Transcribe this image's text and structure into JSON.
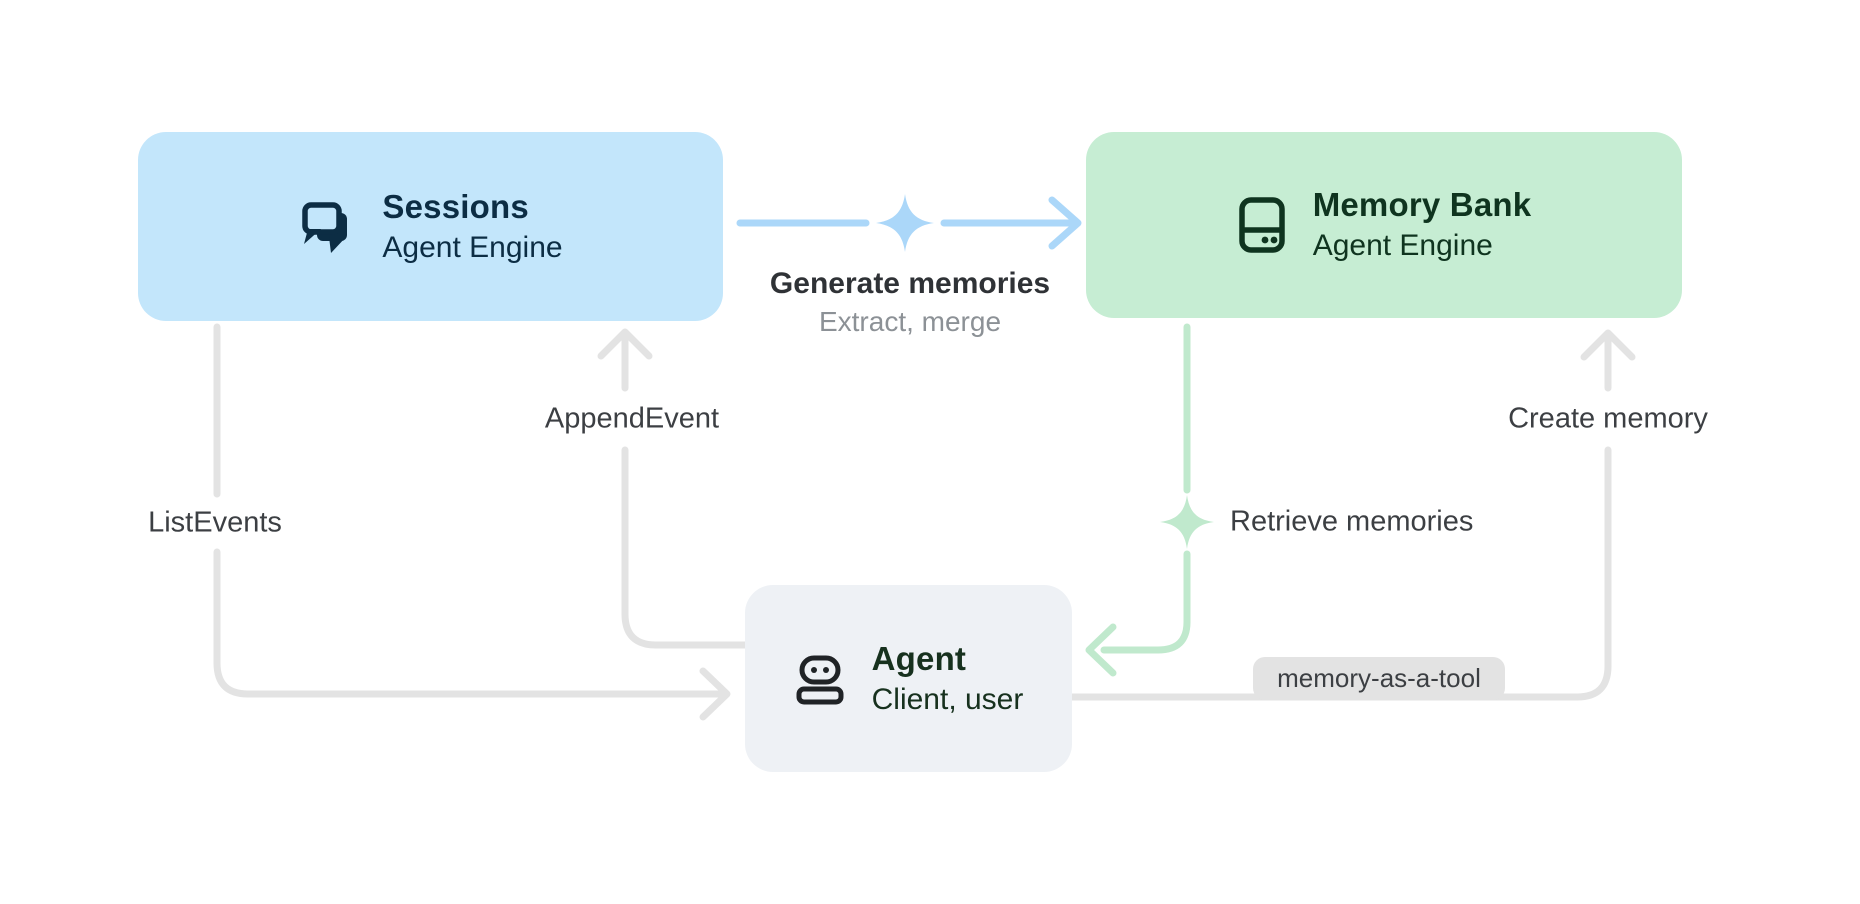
{
  "page": {
    "background": "#ffffff"
  },
  "nodes": {
    "sessions": {
      "title": "Sessions",
      "subtitle": "Agent Engine",
      "bg": "#c3e6fb",
      "fg": "#0c2d44",
      "icon": "chat-forum-icon"
    },
    "memory_bank": {
      "title": "Memory Bank",
      "subtitle": "Agent Engine",
      "bg": "#c6edd3",
      "fg": "#0f341f",
      "icon": "memory-storage-icon"
    },
    "agent": {
      "title": "Agent",
      "subtitle": "Client, user",
      "bg": "#eef1f5",
      "fg": "#17311e",
      "icon": "robot-icon"
    }
  },
  "edges": {
    "generate_memories": {
      "label": "Generate memories",
      "sublabel": "Extract, merge",
      "color": "#abd7f9",
      "from": "sessions",
      "to": "memory_bank",
      "decoration": "sparkle-icon"
    },
    "append_event": {
      "label": "AppendEvent",
      "color": "#e3e3e3",
      "from": "agent",
      "to": "sessions"
    },
    "list_events": {
      "label": "ListEvents",
      "color": "#e3e3e3",
      "from": "sessions",
      "to": "agent"
    },
    "retrieve_memories": {
      "label": "Retrieve memories",
      "color": "#c0e9cd",
      "from": "memory_bank",
      "to": "agent",
      "decoration": "sparkle-icon"
    },
    "create_memory": {
      "label": "Create memory",
      "color": "#e3e3e3",
      "from": "agent",
      "to": "memory_bank",
      "badge": "memory-as-a-tool"
    }
  },
  "badge": {
    "label": "memory-as-a-tool",
    "bg": "#e3e3e3",
    "fg": "#3c3f43"
  },
  "colors": {
    "gray_arrow": "#e3e3e3",
    "blue_arrow": "#abd7f9",
    "green_arrow": "#c0e9cd",
    "label_text": "#3c3f43",
    "label_subtext": "#8c9196"
  }
}
